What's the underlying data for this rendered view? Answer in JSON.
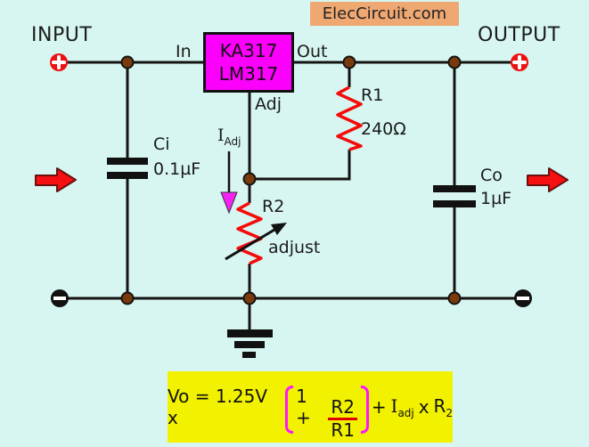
{
  "brand": {
    "label": "ElecCircuit.com"
  },
  "io": {
    "input_label": "INPUT",
    "output_label": "OUTPUT"
  },
  "regulator": {
    "line1": "KA317",
    "line2": "LM317",
    "pin_in": "In",
    "pin_out": "Out",
    "pin_adj": "Adj"
  },
  "components": {
    "ci": {
      "name": "Ci",
      "value": "0.1µF"
    },
    "co": {
      "name": "Co",
      "value": "1µF"
    },
    "r1": {
      "name": "R1",
      "value": "240Ω"
    },
    "r2": {
      "name": "R2",
      "note": "adjust"
    },
    "iadj": {
      "sym": "I",
      "sub": "Adj"
    }
  },
  "formula": {
    "prefix": "Vo = 1.25V x",
    "one_plus": "1 +",
    "num": "R2",
    "den": "R1",
    "plus": "+",
    "current_sym": "I",
    "current_sub": "adj",
    "times": "x",
    "res_sym": "R",
    "res_sub": "2"
  },
  "colors": {
    "background": "#D7F6F1",
    "brand_box": "#F0A873",
    "regulator_fill": "#FB00FB",
    "wire": "#141414",
    "resistor_red": "#F50A0A",
    "junction_brown": "#7A3A0C",
    "terminal_plus_red": "#EE1111",
    "flow_arrow_red": "#F51111",
    "iadj_arrow_magenta": "#F322F3",
    "formula_box_yellow": "#F2F200",
    "bracket_magenta": "#FF14FF",
    "fraction_bar_red": "#E00000"
  }
}
